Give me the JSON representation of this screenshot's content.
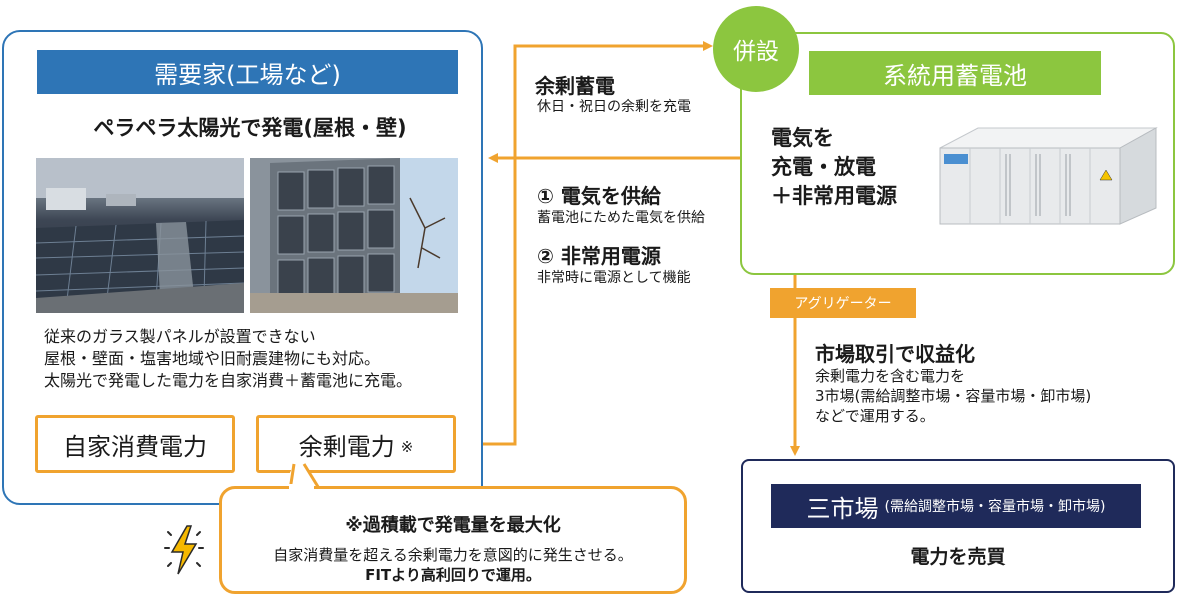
{
  "demand": {
    "title": "需要家(工場など)",
    "subtitle": "ペラペラ太陽光で発電(屋根・壁)",
    "description": "従来のガラス製パネルが設置できない\n屋根・壁面・塩害地域や旧耐震建物にも対応。\n太陽光で発電した電力を自家消費＋蓄電池に充電。",
    "self_consumption": "自家消費電力",
    "surplus": "余剰電力",
    "surplus_mark": "※"
  },
  "callout": {
    "title": "※過積載で発電量を最大化",
    "line1": "自家消費量を超える余剰電力を意図的に発生させる。",
    "line2": "FITより高利回りで運用。"
  },
  "middle": {
    "surplus_storage_title": "余剰蓄電",
    "surplus_storage_sub": "休日・祝日の余剰を充電",
    "supply_title": "① 電気を供給",
    "supply_sub": "蓄電池にためた電気を供給",
    "emergency_title": "② 非常用電源",
    "emergency_sub": "非常時に電源として機能"
  },
  "battery": {
    "badge": "併設",
    "title": "系統用蓄電池",
    "description": "電気を\n充電・放電\n＋非常用電源"
  },
  "aggregator": {
    "label": "アグリゲーター",
    "market_title": "市場取引で収益化",
    "market_desc": "余剰電力を含む電力を\n3市場(需給調整市場・容量市場・卸市場)\nなどで運用する。"
  },
  "markets": {
    "title": "三市場",
    "title_sub": "(需給調整市場・容量市場・卸市場)",
    "subtitle": "電力を売買"
  },
  "colors": {
    "demand_blue": "#2e75b6",
    "battery_green": "#8cc63f",
    "arrow_orange": "#f0a32f",
    "market_navy": "#1f2a5a"
  }
}
